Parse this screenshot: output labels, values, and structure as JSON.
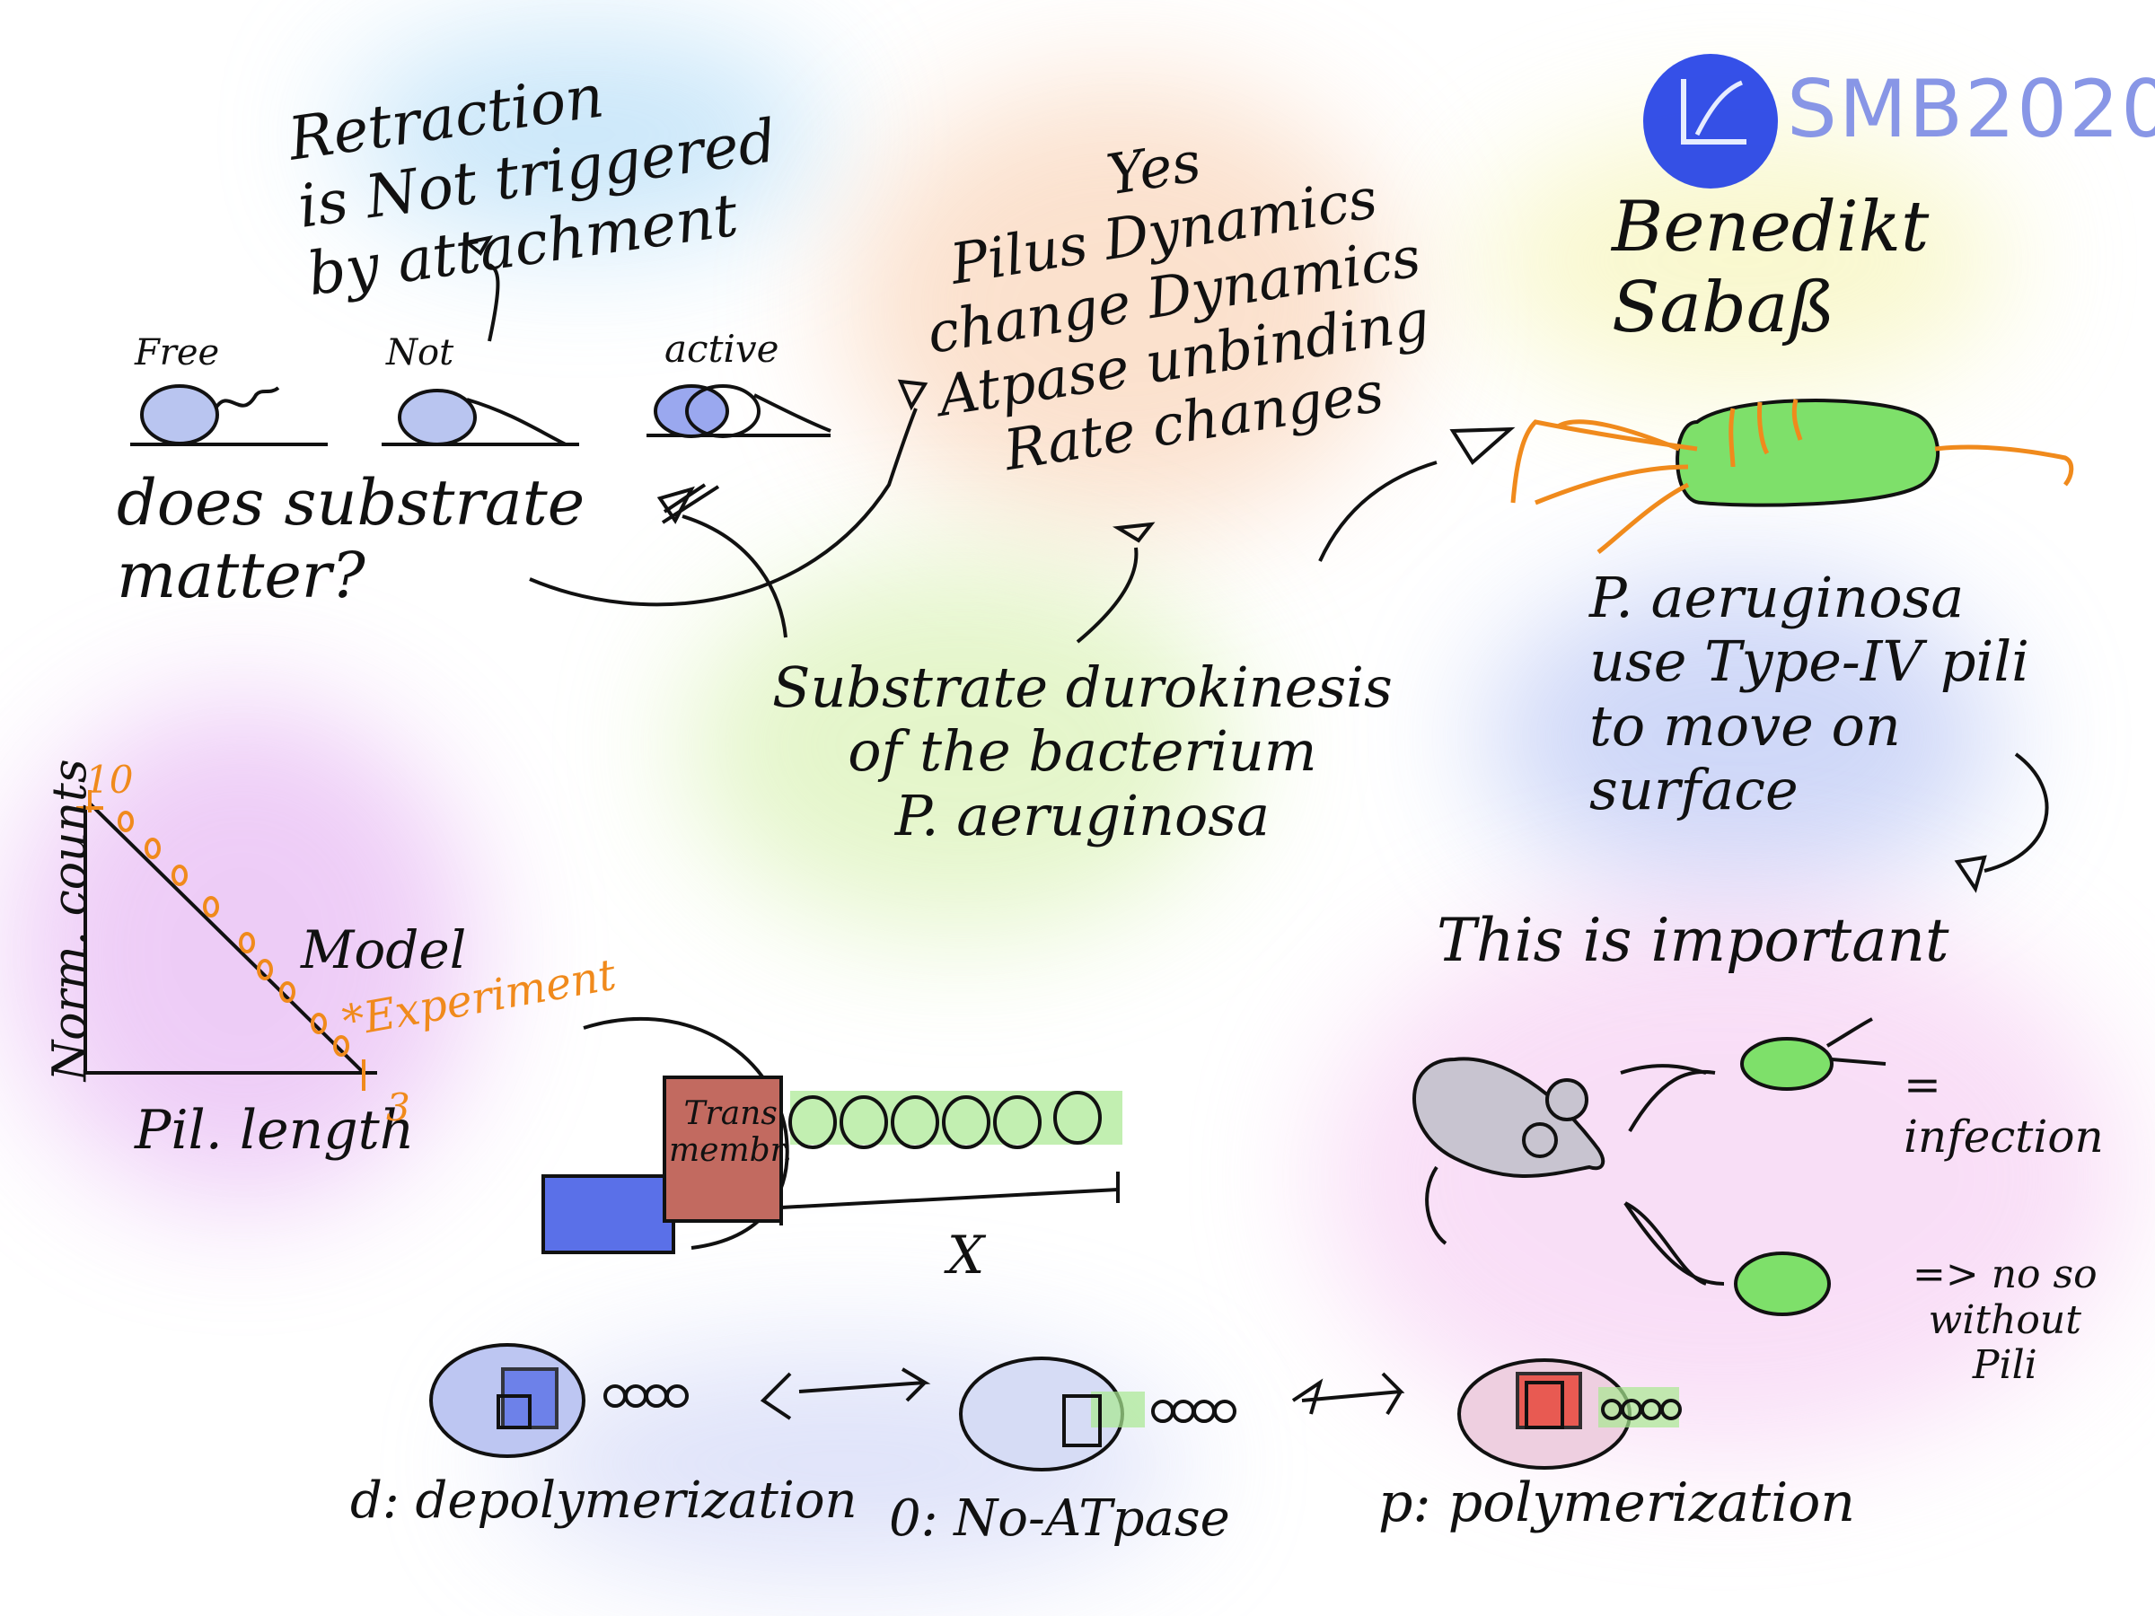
{
  "header": {
    "logo_text": "SMB2020",
    "author": "Benedikt Sabaß",
    "logo_icon": "chart-axes-icon",
    "logo_color": "#1f3de6"
  },
  "notes": {
    "retraction": "Retraction\nis Not triggered\nby attachment",
    "states": {
      "free": "Free",
      "not": "Not",
      "active": "active"
    },
    "substrate_question": "does substrate\nmatter?",
    "yes_block": "Yes\nPilus Dynamics\nchange Dynamics\nAtpase unbinding\nRate changes",
    "center": "Substrate durokinesis\nof the bacterium\nP. aeruginosa",
    "pilus_use": "P. aeruginosa\nuse Type-IV pili\nto move on\nsurface",
    "important": "This is important",
    "infection": "= infection",
    "no_infection": "=> no so\nwithout\nPili",
    "model": "Model",
    "experiment": "*Experiment",
    "ylabel": "Norm. counts",
    "xlabel": "Pil. length",
    "y_tick": "10",
    "x_tick": "3",
    "motor": "Trans\nmembr.",
    "x_var": "X",
    "states_bottom": {
      "d": "d: depolymerization",
      "o": "0: No-ATpase",
      "p": "p: polymerization"
    }
  },
  "colors": {
    "pilus": "#f08a1c",
    "bacterium": "#7ee06a",
    "blue_blob": "#3a4ee6",
    "red_blob": "#e8463a"
  }
}
